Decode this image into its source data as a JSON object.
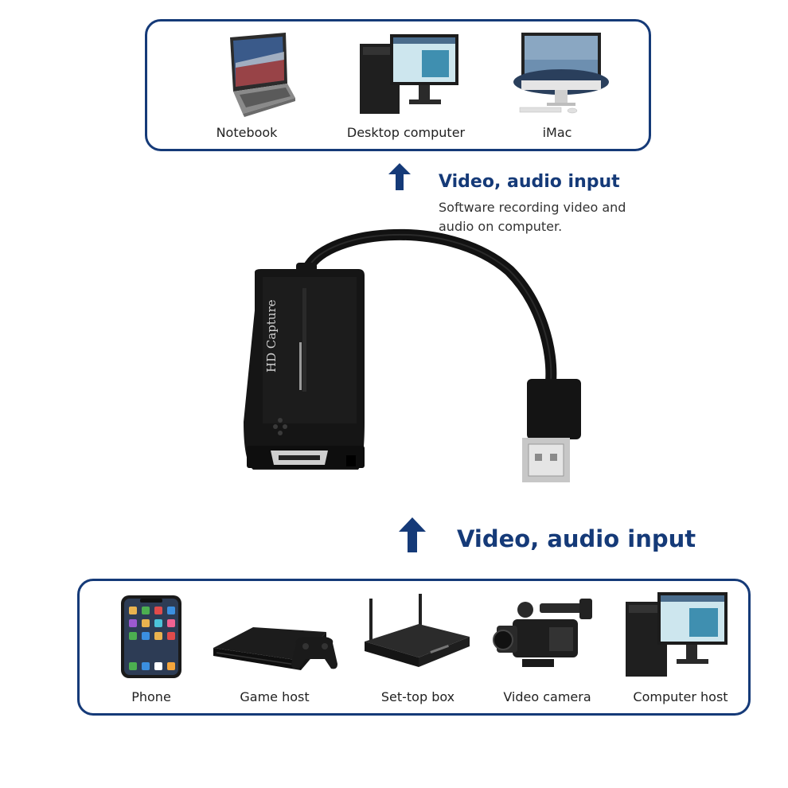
{
  "top_panel": {
    "devices": [
      {
        "label": "Notebook",
        "icon": "laptop-icon"
      },
      {
        "label": "Desktop computer",
        "icon": "desktop-computer-icon"
      },
      {
        "label": "iMac",
        "icon": "imac-icon"
      }
    ]
  },
  "top_caption": {
    "heading": "Video, audio input",
    "line1": "Software recording video and",
    "line2": "audio on computer."
  },
  "capture_device": {
    "body_text": "HD Capture"
  },
  "bottom_caption": {
    "heading": "Video, audio input"
  },
  "bottom_panel": {
    "devices": [
      {
        "label": "Phone",
        "icon": "phone-icon"
      },
      {
        "label": "Game host",
        "icon": "game-console-icon"
      },
      {
        "label": "Set-top box",
        "icon": "set-top-box-icon"
      },
      {
        "label": "Video camera",
        "icon": "video-camera-icon"
      },
      {
        "label": "Computer host",
        "icon": "computer-host-icon"
      }
    ]
  },
  "colors": {
    "accent": "#153a78",
    "device_black": "#151515"
  }
}
